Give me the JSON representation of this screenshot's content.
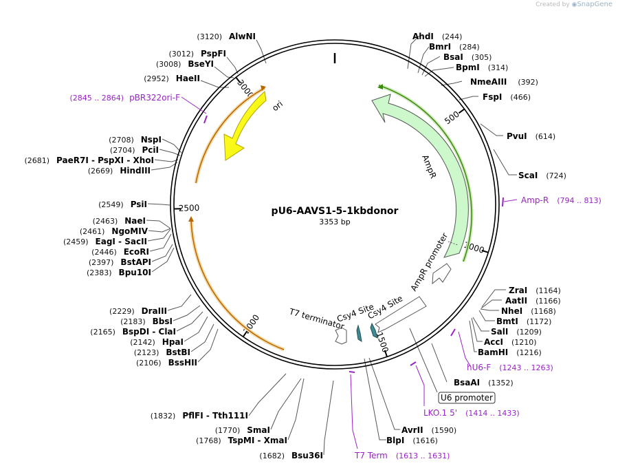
{
  "credit": {
    "prefix": "Created by",
    "brand": "SnapGene"
  },
  "plasmid": {
    "name": "pU6-AAVS1-5-1kbdonor",
    "length_label": "3353 bp",
    "total_bp": 3353
  },
  "ticks": [
    {
      "bp": 500,
      "label": "500"
    },
    {
      "bp": 1000,
      "label": "1000"
    },
    {
      "bp": 1500,
      "label": "1500"
    },
    {
      "bp": 2000,
      "label": "2000"
    },
    {
      "bp": 2500,
      "label": "2500"
    },
    {
      "bp": 3000,
      "label": "3000"
    }
  ],
  "features": [
    {
      "name": "ori",
      "color": "#ffff00",
      "border": "#c8a800"
    },
    {
      "name": "AmpR",
      "color": "#ccf8cc",
      "border": "#5aa05a"
    },
    {
      "name": "AmpR promoter",
      "color": "#ffffff",
      "border": "#666666"
    },
    {
      "name": "Csy4 Site",
      "color": "#3f8a93",
      "border": "#1f4f55"
    },
    {
      "name": "Csy4 Site",
      "color": "#3f8a93",
      "border": "#1f4f55"
    },
    {
      "name": "T7 terminator",
      "color": "#ffffff",
      "border": "#666666"
    }
  ],
  "right_enzymes": [
    {
      "name": "AhdI",
      "pos": "(244)"
    },
    {
      "name": "BmrI",
      "pos": "(284)"
    },
    {
      "name": "BsaI",
      "pos": "(305)"
    },
    {
      "name": "BpmI",
      "pos": "(314)"
    },
    {
      "name": "NmeAIII",
      "pos": "(392)"
    },
    {
      "name": "FspI",
      "pos": "(466)"
    },
    {
      "name": "PvuI",
      "pos": "(614)"
    },
    {
      "name": "ScaI",
      "pos": "(724)"
    },
    {
      "name": "ZraI",
      "pos": "(1164)"
    },
    {
      "name": "AatII",
      "pos": "(1166)"
    },
    {
      "name": "NheI",
      "pos": "(1168)"
    },
    {
      "name": "BmtI",
      "pos": "(1172)"
    },
    {
      "name": "SalI",
      "pos": "(1209)"
    },
    {
      "name": "AccI",
      "pos": "(1210)"
    },
    {
      "name": "BamHI",
      "pos": "(1216)"
    },
    {
      "name": "BsaAI",
      "pos": "(1352)"
    },
    {
      "name": "AvrII",
      "pos": "(1590)"
    },
    {
      "name": "BlpI",
      "pos": "(1616)"
    }
  ],
  "left_enzymes": [
    {
      "name": "AlwNI",
      "pos": "(3120)"
    },
    {
      "name": "PspFI",
      "pos": "(3012)"
    },
    {
      "name": "BseYI",
      "pos": "(3008)"
    },
    {
      "name": "HaeII",
      "pos": "(2952)"
    },
    {
      "name": "NspI",
      "pos": "(2708)"
    },
    {
      "name": "PciI",
      "pos": "(2704)"
    },
    {
      "name": "PaeR7I  -  PspXI  -  XhoI",
      "pos": "(2681)"
    },
    {
      "name": "HindIII",
      "pos": "(2669)"
    },
    {
      "name": "PsiI",
      "pos": "(2549)"
    },
    {
      "name": "NaeI",
      "pos": "(2463)"
    },
    {
      "name": "NgoMIV",
      "pos": "(2461)"
    },
    {
      "name": "EagI  -  SacII",
      "pos": "(2459)"
    },
    {
      "name": "EcoRI",
      "pos": "(2446)"
    },
    {
      "name": "BstAPI",
      "pos": "(2397)"
    },
    {
      "name": "Bpu10I",
      "pos": "(2383)"
    },
    {
      "name": "DraIII",
      "pos": "(2229)"
    },
    {
      "name": "BbsI",
      "pos": "(2183)"
    },
    {
      "name": "BspDI  -  ClaI",
      "pos": "(2165)"
    },
    {
      "name": "HpaI",
      "pos": "(2142)"
    },
    {
      "name": "BstBI",
      "pos": "(2123)"
    },
    {
      "name": "BssHII",
      "pos": "(2106)"
    },
    {
      "name": "PflFI  -  Tth111I",
      "pos": "(1832)"
    },
    {
      "name": "SmaI",
      "pos": "(1770)"
    },
    {
      "name": "TspMI  -  XmaI",
      "pos": "(1768)"
    },
    {
      "name": "Bsu36I",
      "pos": "(1682)"
    }
  ],
  "primers": [
    {
      "name": "pBR322ori-F",
      "pos": "(2845 .. 2864)"
    },
    {
      "name": "Amp-R",
      "pos": "(794 .. 813)"
    },
    {
      "name": "hU6-F",
      "pos": "(1243 .. 1263)"
    },
    {
      "name": "LKO.1 5'",
      "pos": "(1414 .. 1433)"
    },
    {
      "name": "T7 Term",
      "pos": "(1613 .. 1631)"
    }
  ],
  "boxed_feature": {
    "name": "U6 promoter"
  },
  "colors": {
    "primer": "#9a22c8",
    "backbone": "#000000",
    "ori": "#ffff00",
    "ampr": "#ccf8cc"
  }
}
